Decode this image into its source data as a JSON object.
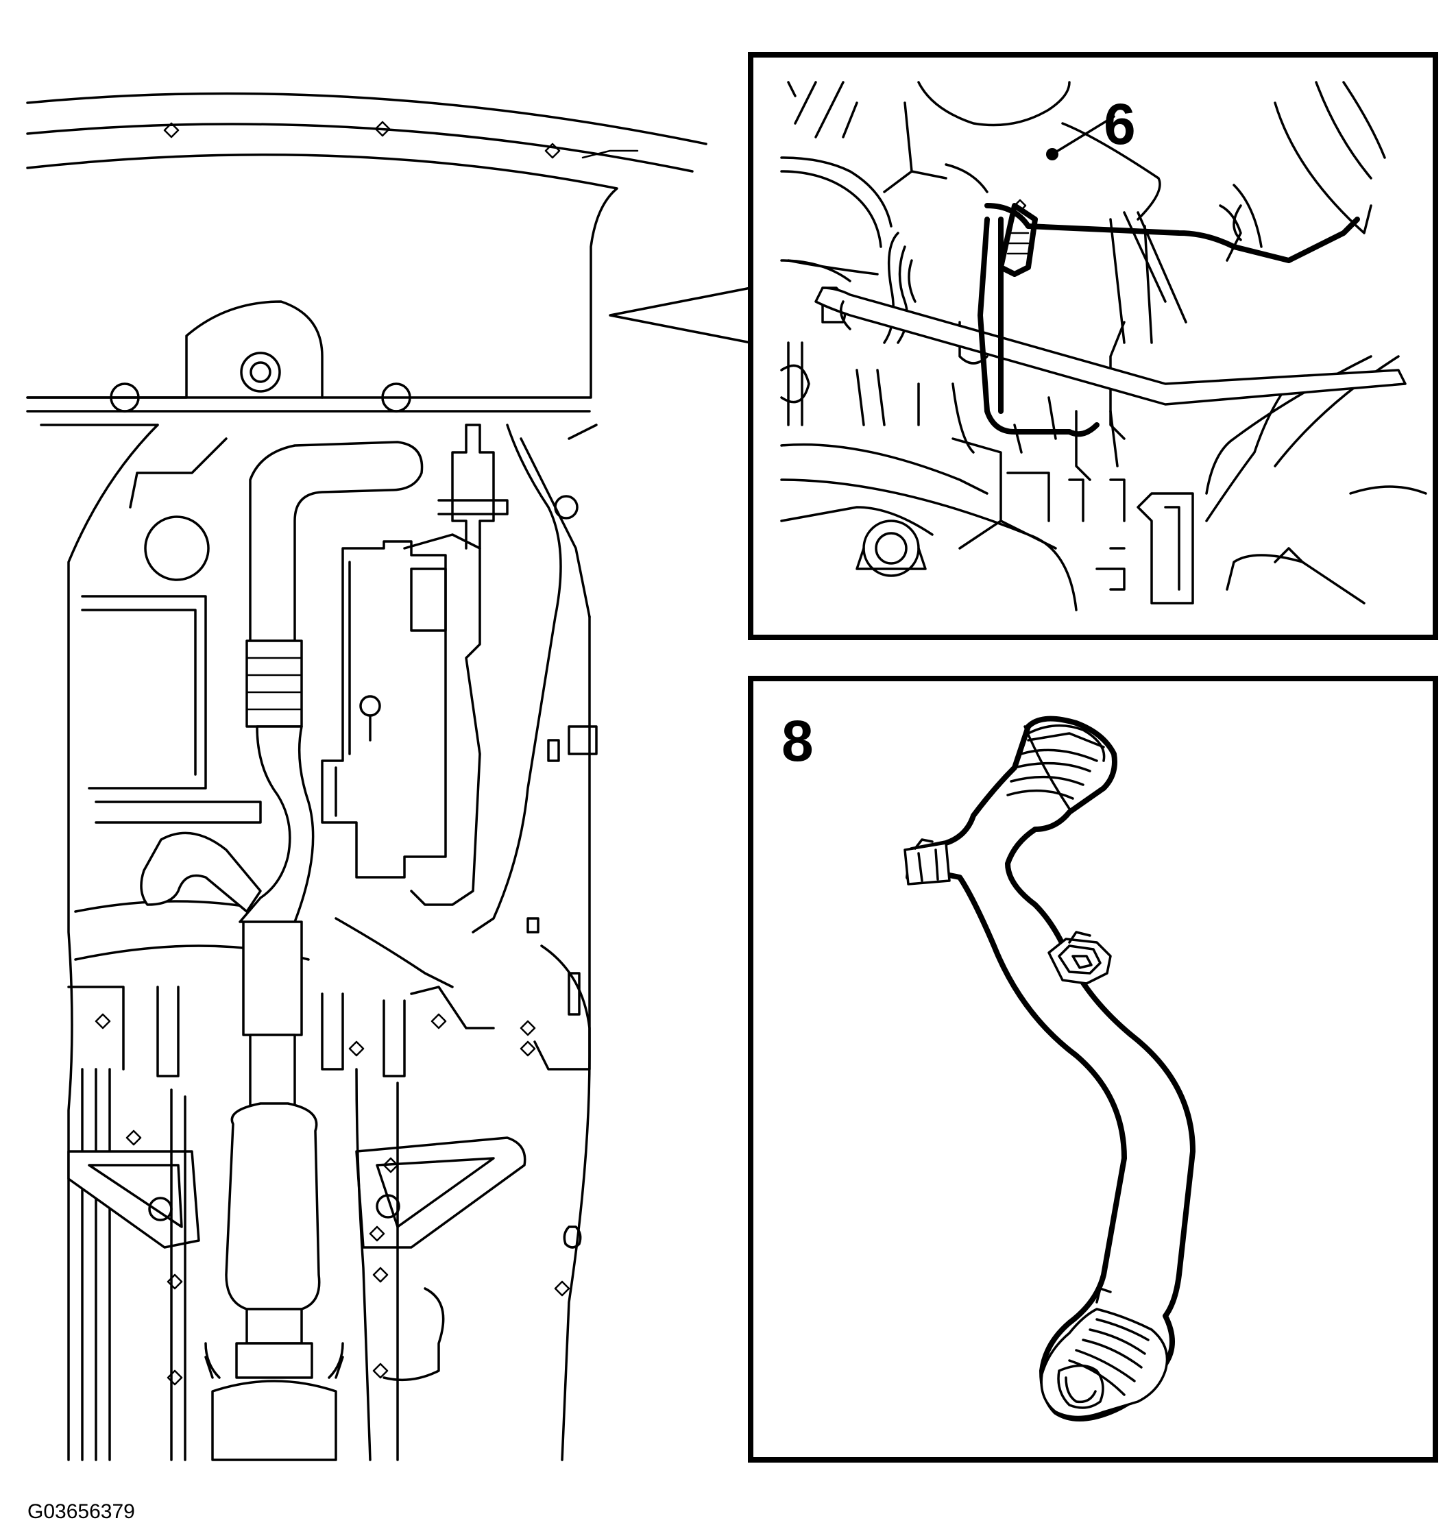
{
  "figure_id": "G03656379",
  "callouts": {
    "detail_top": "6",
    "detail_bottom": "8"
  }
}
